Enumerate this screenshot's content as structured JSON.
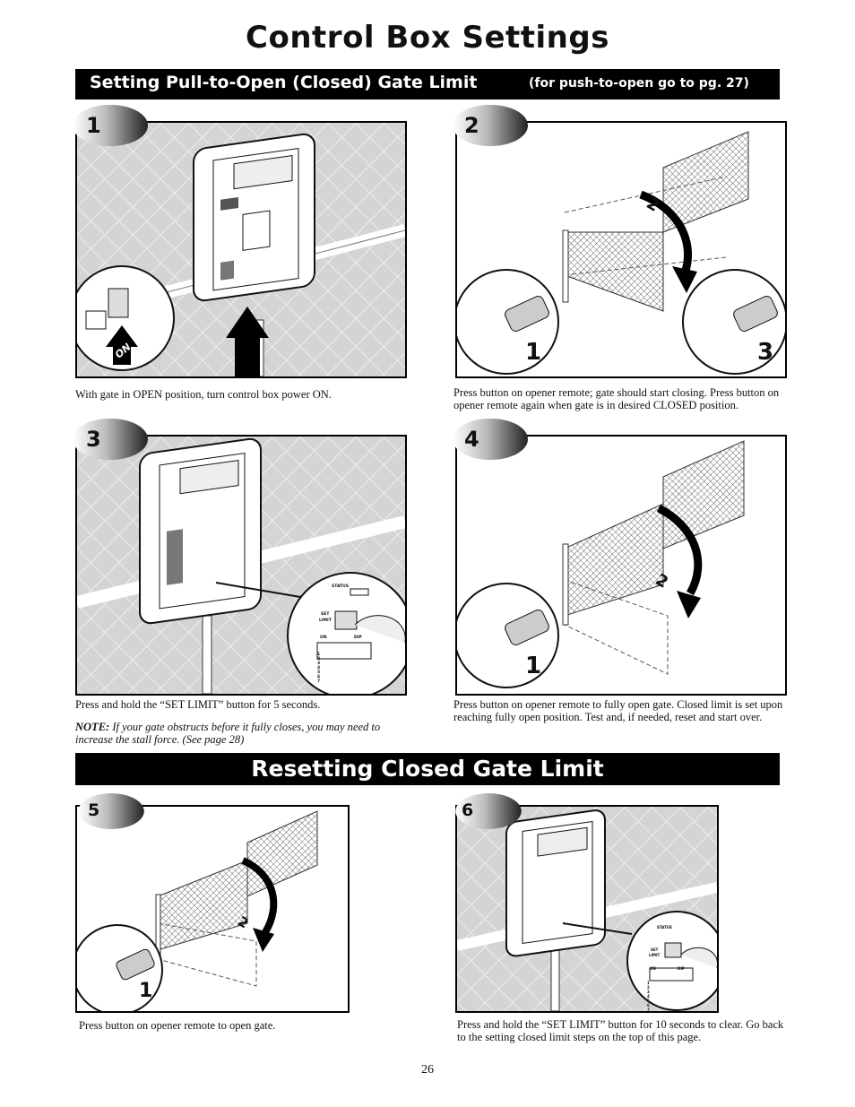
{
  "page": {
    "title": "Control Box Settings",
    "page_number": "26"
  },
  "section1": {
    "heading": "Setting Pull-to-Open (Closed) Gate Limit",
    "subheading": "(for push-to-open go to pg. 27)"
  },
  "section2": {
    "heading": "Resetting Closed Gate Limit"
  },
  "steps": [
    {
      "number": "1",
      "caption": "With gate in OPEN position, turn control box power ON.",
      "label_on": "ON"
    },
    {
      "number": "2",
      "caption": "Press button on opener remote; gate should start closing. Press button on opener remote again when gate is in desired CLOSED position.",
      "sub1": "1",
      "sub2": "2",
      "sub3": "3"
    },
    {
      "number": "3",
      "caption": "Press and hold the “SET LIMIT” button for 5 seconds.",
      "note_label": "NOTE:",
      "note_text": "If your gate obstructs before it fully closes, you may need to increase the stall force. (See page 28)",
      "status_label": "STATUS",
      "set_label": "SET",
      "limit_label": "LIMIT",
      "on_label": "ON",
      "dip_label": "DIP",
      "dip_numbers": "1 2 3 4 5 6 7"
    },
    {
      "number": "4",
      "caption": "Press button on opener remote to fully open gate. Closed limit is set upon reaching fully open position. Test and, if needed, reset and start over.",
      "sub1": "1",
      "sub2": "2"
    },
    {
      "number": "5",
      "caption": "Press button on opener remote to open gate.",
      "sub1": "1",
      "sub2": "2"
    },
    {
      "number": "6",
      "caption": "Press and hold the “SET LIMIT” button for 10 seconds to clear. Go back to the setting closed limit steps on the top of this page.",
      "status_label": "STATUS",
      "set_label": "SET",
      "limit_label": "LIMIT",
      "on_label": "ON",
      "dip_label": "DIP",
      "dip_numbers": "1 2 3 4 5 6 7"
    }
  ]
}
